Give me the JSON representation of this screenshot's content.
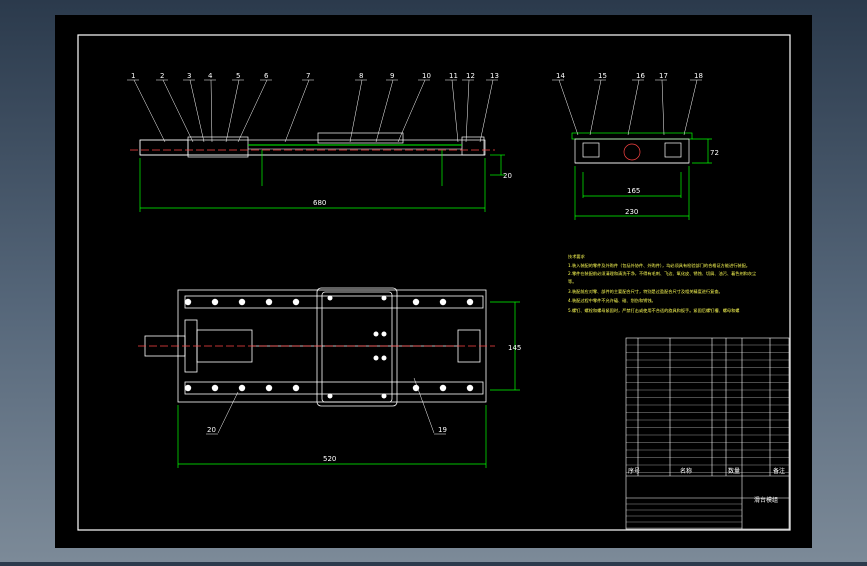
{
  "drawing": {
    "front_labels": [
      "1",
      "2",
      "3",
      "4",
      "5",
      "6",
      "7",
      "8",
      "9",
      "10",
      "11",
      "12",
      "13"
    ],
    "side_labels": [
      "14",
      "15",
      "16",
      "17",
      "18"
    ],
    "plan_labels": [
      "20",
      "19"
    ],
    "dims": {
      "front_length": "680",
      "front_height_small": "20",
      "side_height": "72",
      "side_inner_width": "165",
      "side_outer_width": "230",
      "plan_length": "520",
      "plan_width": "145"
    },
    "notes": {
      "heading": "技术要求",
      "lines": [
        "1.装入装配的零件及外购件（包括外协件、外购件），均必须具有检验部门的合格证方能进行装配。",
        "2.零件在装配前必须清理和清洗干净，不得有毛刺、飞边、氧化皮、锈蚀、切屑、油污、着色剂和灰尘",
        "等。",
        "3.装配前应对零、部件的主要配合尺寸，特别是过盈配合尺寸及相关精度进行复查。",
        "4.装配过程中零件不允许磕、碰、划伤和锈蚀。",
        "5.螺钉、螺栓和螺母紧固时，严禁打击或使用不合适的旋具和扳手。紧固后螺钉槽、螺母和螺"
      ]
    },
    "title_block": {
      "header_seq": "序号",
      "header_name": "名称",
      "header_qty": "数量",
      "header_note": "备注",
      "drawing_name": "滑台模组"
    }
  }
}
